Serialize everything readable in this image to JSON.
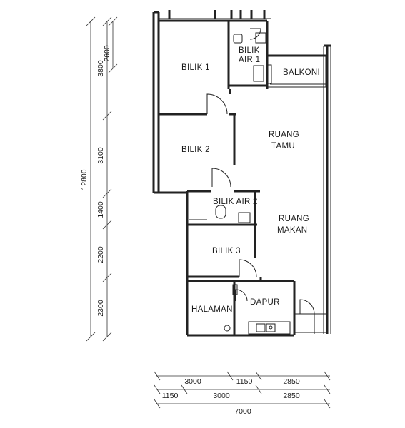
{
  "rooms": {
    "bilik1": "BILIK 1",
    "bilik_air1_l1": "BILIK",
    "bilik_air1_l2": "AIR 1",
    "balkoni": "BALKONI",
    "ruang_tamu_l1": "RUANG",
    "ruang_tamu_l2": "TAMU",
    "bilik2": "BILIK 2",
    "bilik_air2": "BILIK AIR 2",
    "ruang_makan_l1": "RUANG",
    "ruang_makan_l2": "MAKAN",
    "bilik3": "BILIK 3",
    "halaman": "HALAMAN",
    "dapur": "DAPUR"
  },
  "dimensions": {
    "vertical": {
      "total": "12800",
      "d3800": "3800",
      "d2600": "2600",
      "d3100": "3100",
      "d1400": "1400",
      "d2200": "2200",
      "d2300": "2300"
    },
    "horizontal": {
      "row1": [
        "3000",
        "1150",
        "2850"
      ],
      "row2": [
        "1150",
        "3000",
        "2850"
      ],
      "total": "7000"
    }
  }
}
